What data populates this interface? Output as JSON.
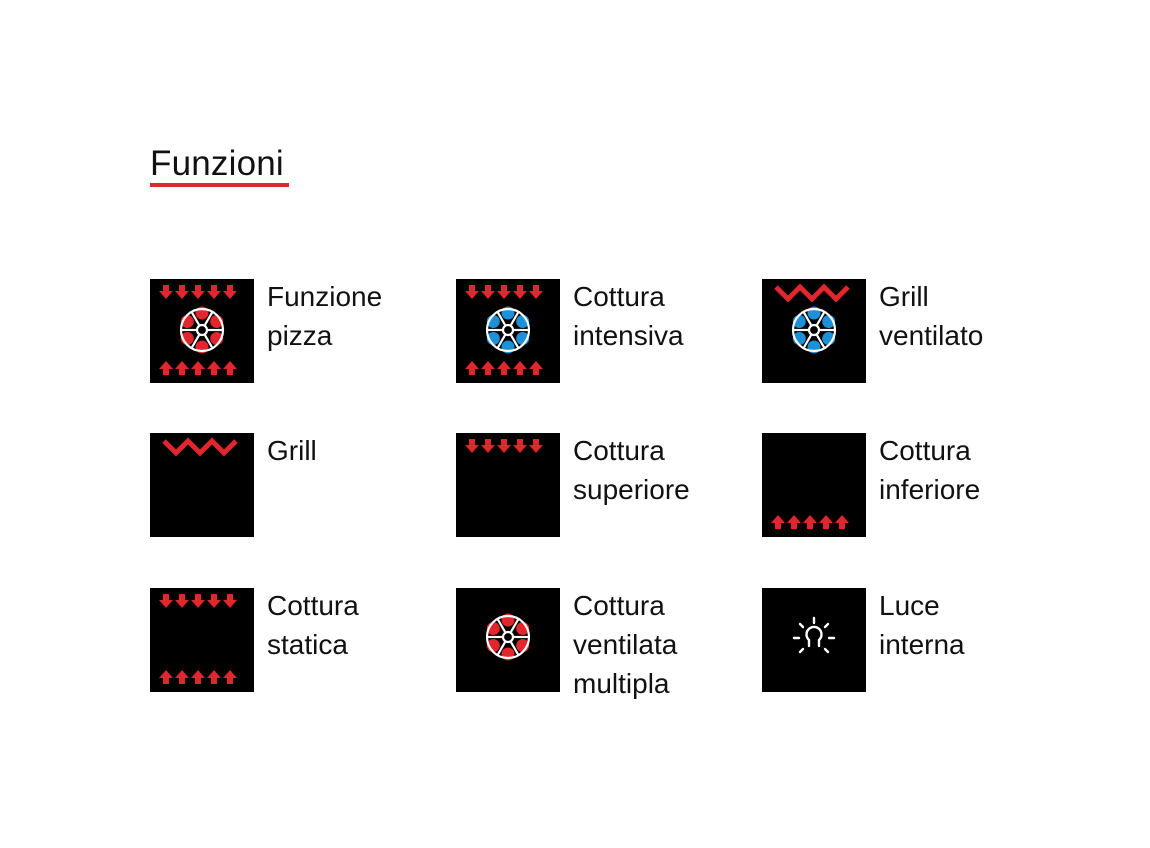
{
  "header": {
    "title": "Funzioni"
  },
  "colors": {
    "accent": "#e1262d",
    "fan_blue": "#1e90d6",
    "icon_bg": "#000000"
  },
  "functions": [
    {
      "icon": "pizza-function-icon",
      "lines": [
        "Funzione",
        "pizza"
      ]
    },
    {
      "icon": "intensive-cooking-icon",
      "lines": [
        "Cottura",
        "intensiva"
      ]
    },
    {
      "icon": "fan-grill-icon",
      "lines": [
        "Grill",
        "ventilato"
      ]
    },
    {
      "icon": "grill-icon",
      "lines": [
        "Grill"
      ]
    },
    {
      "icon": "top-heat-icon",
      "lines": [
        "Cottura",
        "superiore"
      ]
    },
    {
      "icon": "bottom-heat-icon",
      "lines": [
        "Cottura",
        "inferiore"
      ]
    },
    {
      "icon": "static-cooking-icon",
      "lines": [
        "Cottura",
        "statica"
      ]
    },
    {
      "icon": "multi-fan-cooking-icon",
      "lines": [
        "Cottura",
        "ventilata",
        "multipla"
      ]
    },
    {
      "icon": "oven-light-icon",
      "lines": [
        "Luce",
        "interna"
      ]
    }
  ]
}
